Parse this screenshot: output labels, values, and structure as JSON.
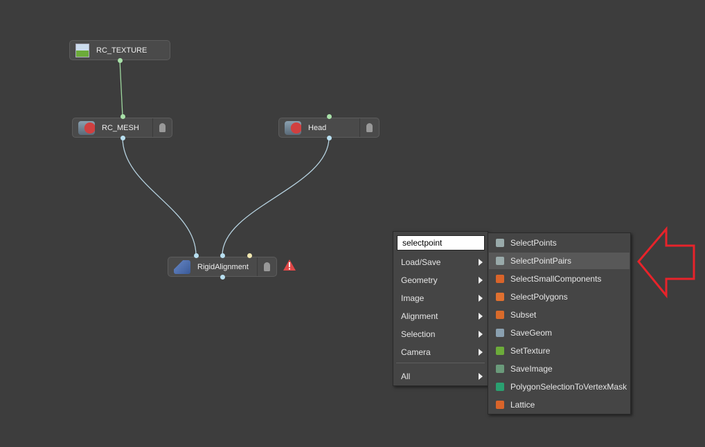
{
  "nodes": {
    "rc_texture": {
      "label": "RC_TEXTURE"
    },
    "rc_mesh": {
      "label": "RC_MESH"
    },
    "head": {
      "label": "Head"
    },
    "rigid_alignment": {
      "label": "RigidAlignment",
      "status": "warning"
    }
  },
  "menu": {
    "search_value": "selectpoint",
    "categories": [
      {
        "label": "Load/Save"
      },
      {
        "label": "Geometry"
      },
      {
        "label": "Image"
      },
      {
        "label": "Alignment"
      },
      {
        "label": "Selection"
      },
      {
        "label": "Camera"
      }
    ],
    "all_label": "All",
    "results": [
      {
        "label": "SelectPoints",
        "color": "#9aa"
      },
      {
        "label": "SelectPointPairs",
        "color": "#9aa"
      },
      {
        "label": "SelectSmallComponents",
        "color": "#d9642a"
      },
      {
        "label": "SelectPolygons",
        "color": "#e07030"
      },
      {
        "label": "Subset",
        "color": "#d96a2a"
      },
      {
        "label": "SaveGeom",
        "color": "#8aa0b0"
      },
      {
        "label": "SetTexture",
        "color": "#6cab3a"
      },
      {
        "label": "SaveImage",
        "color": "#6a9a7a"
      },
      {
        "label": "PolygonSelectionToVertexMask",
        "color": "#2aa070"
      },
      {
        "label": "Lattice",
        "color": "#d9642a"
      }
    ],
    "highlighted": "SelectPointPairs"
  },
  "colors": {
    "background": "#3d3d3d",
    "arrow": "#e8232a"
  }
}
